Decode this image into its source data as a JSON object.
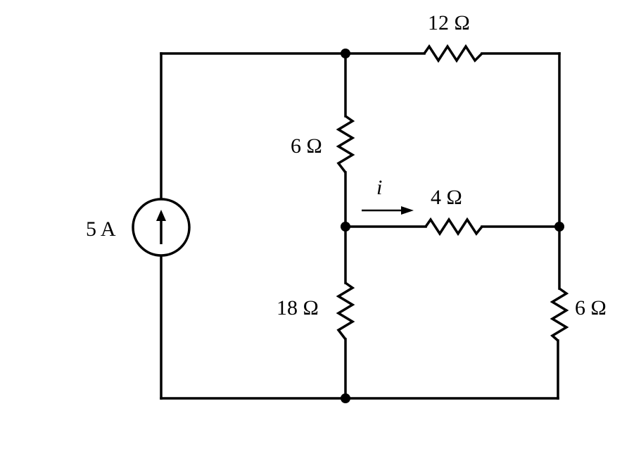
{
  "source": {
    "label": "5 A",
    "direction": "up"
  },
  "resistors": {
    "top_right": "12 Ω",
    "middle_upper": "6 Ω",
    "center": "4 Ω",
    "middle_lower": "18 Ω",
    "right_lower": "6 Ω"
  },
  "current": {
    "label": "i",
    "direction": "right"
  }
}
